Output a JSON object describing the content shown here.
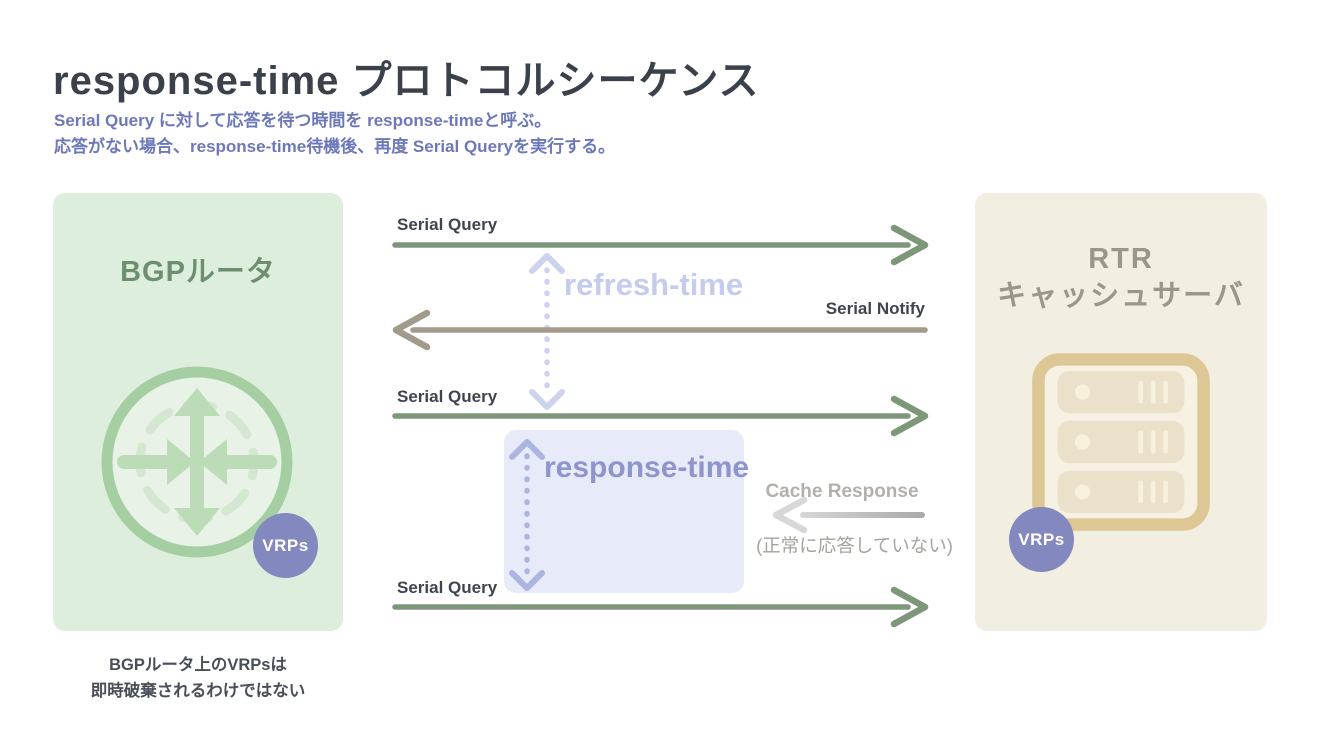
{
  "page": {
    "title": "response-time プロトコルシーケンス",
    "subtitle_lines": [
      "Serial Query に対して応答を待つ時間を response-timeと呼ぶ。",
      "応答がない場合、response-time待機後、再度 Serial Queryを実行する。"
    ]
  },
  "left_panel": {
    "title": "BGPルータ",
    "badge": "VRPs",
    "icon": "router-icon",
    "caption_lines": [
      "BGPルータ上のVRPsは",
      "即時破棄されるわけではない"
    ]
  },
  "right_panel": {
    "title_lines": [
      "RTR",
      "キャッシュサーバ"
    ],
    "badge": "VRPs",
    "icon": "server-icon"
  },
  "sequence": {
    "serial_query_1": "Serial Query",
    "refresh_time": "refresh-time",
    "serial_notify": "Serial Notify",
    "serial_query_2": "Serial Query",
    "response_time": "response-time",
    "cache_response": "Cache Response",
    "cache_response_note": "(正常に応答していない)",
    "serial_query_3": "Serial Query"
  },
  "colors": {
    "title_text": "#3a414b",
    "subtitle_text": "#6d78bb",
    "router_panel_bg": "#deeedd",
    "router_panel_title": "#6d8f70",
    "router_icon_green": "#a5cfa2",
    "cache_panel_bg": "#f3eee2",
    "cache_panel_title": "#9b958a",
    "server_icon_tan": "#dcc795",
    "vrps_badge_purple": "#8389bf",
    "query_arrow_green": "#7e977b",
    "notify_arrow_taupe": "#a29a8a",
    "cache_arrow_gray": "#a9a9a7",
    "refresh_time_lavender": "#c5cbec",
    "response_time_purple": "#8e95ca",
    "response_box_bg": "#e7eaf8",
    "label_text": "#3e454f",
    "caption_text": "#484f58"
  }
}
